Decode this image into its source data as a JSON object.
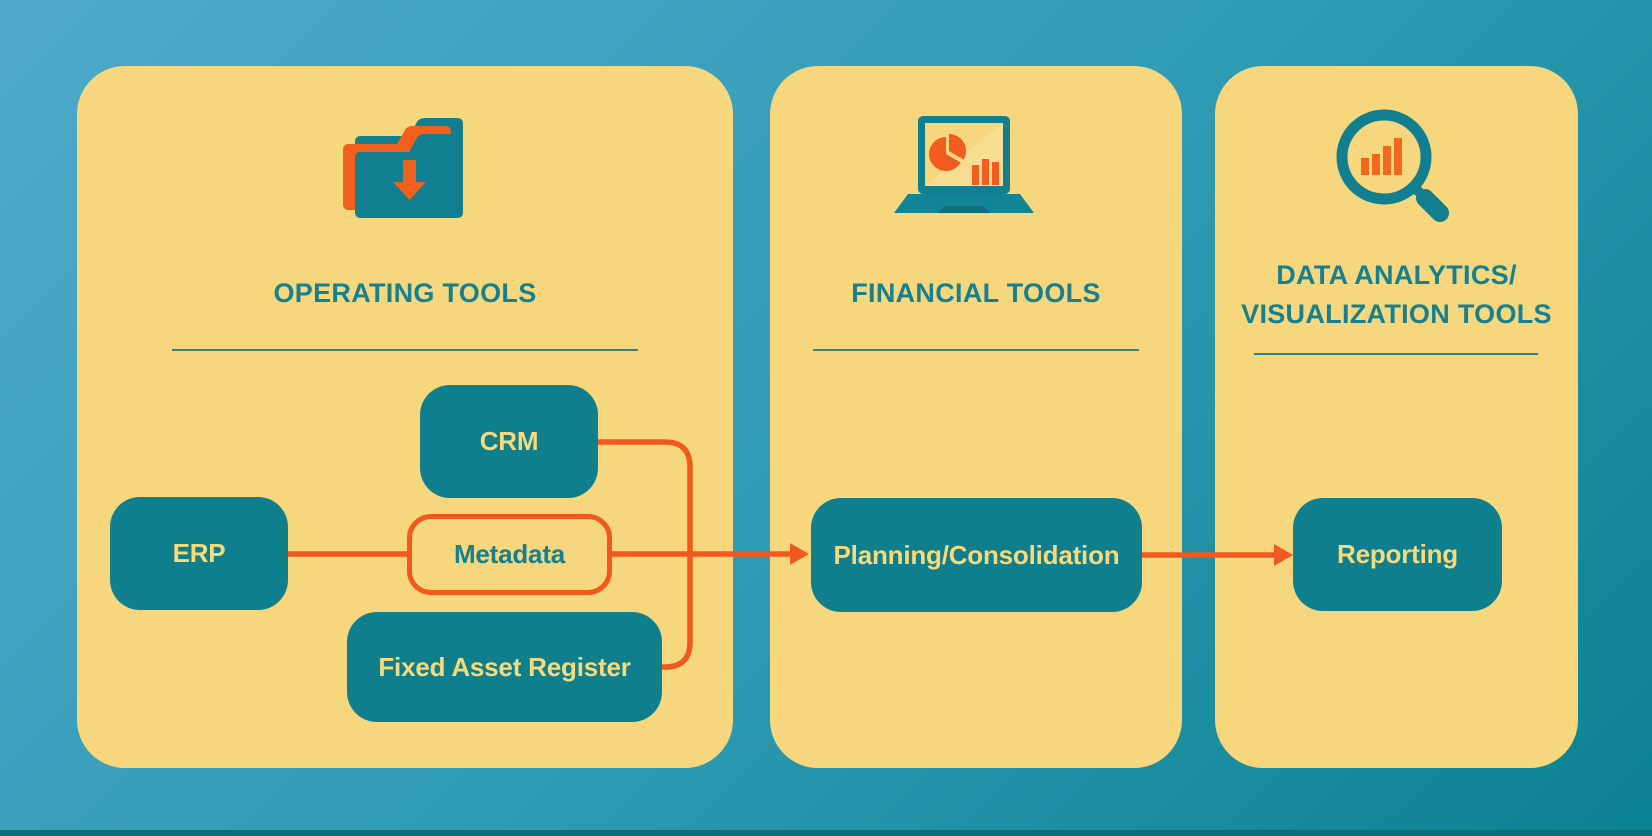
{
  "colors": {
    "background_top": "#4FA9CC",
    "background_bottom": "#0A8191",
    "panel_yellow": "#F6D77D",
    "node_teal": "#0F7F8D",
    "connector_orange": "#F1591F",
    "icon_orange": "#F2691E",
    "heading_teal": "#17808F",
    "node_label_yellow": "#F6DA7C"
  },
  "panels": [
    {
      "title_line1": "OPERATING TOOLS",
      "icon": "folder-download-icon",
      "boxes": [
        {
          "label": "CRM"
        },
        {
          "label": "ERP"
        },
        {
          "label": "Metadata"
        },
        {
          "label": "Fixed Asset Register"
        }
      ]
    },
    {
      "title_line1": "FINANCIAL TOOLS",
      "icon": "laptop-analytics-icon",
      "boxes": [
        {
          "label": "Planning/Consolidation"
        }
      ]
    },
    {
      "title_line1": "DATA ANALYTICS/",
      "title_line2": "VISUALIZATION TOOLS",
      "icon": "magnifier-bar-chart-icon",
      "boxes": [
        {
          "label": "Reporting"
        }
      ]
    }
  ],
  "connections": [
    {
      "from": "ERP",
      "to": "Metadata"
    },
    {
      "from": "CRM",
      "to": "Planning/Consolidation"
    },
    {
      "from": "Metadata",
      "to": "Planning/Consolidation"
    },
    {
      "from": "Fixed Asset Register",
      "to": "Planning/Consolidation"
    },
    {
      "from": "Planning/Consolidation",
      "to": "Reporting"
    }
  ]
}
